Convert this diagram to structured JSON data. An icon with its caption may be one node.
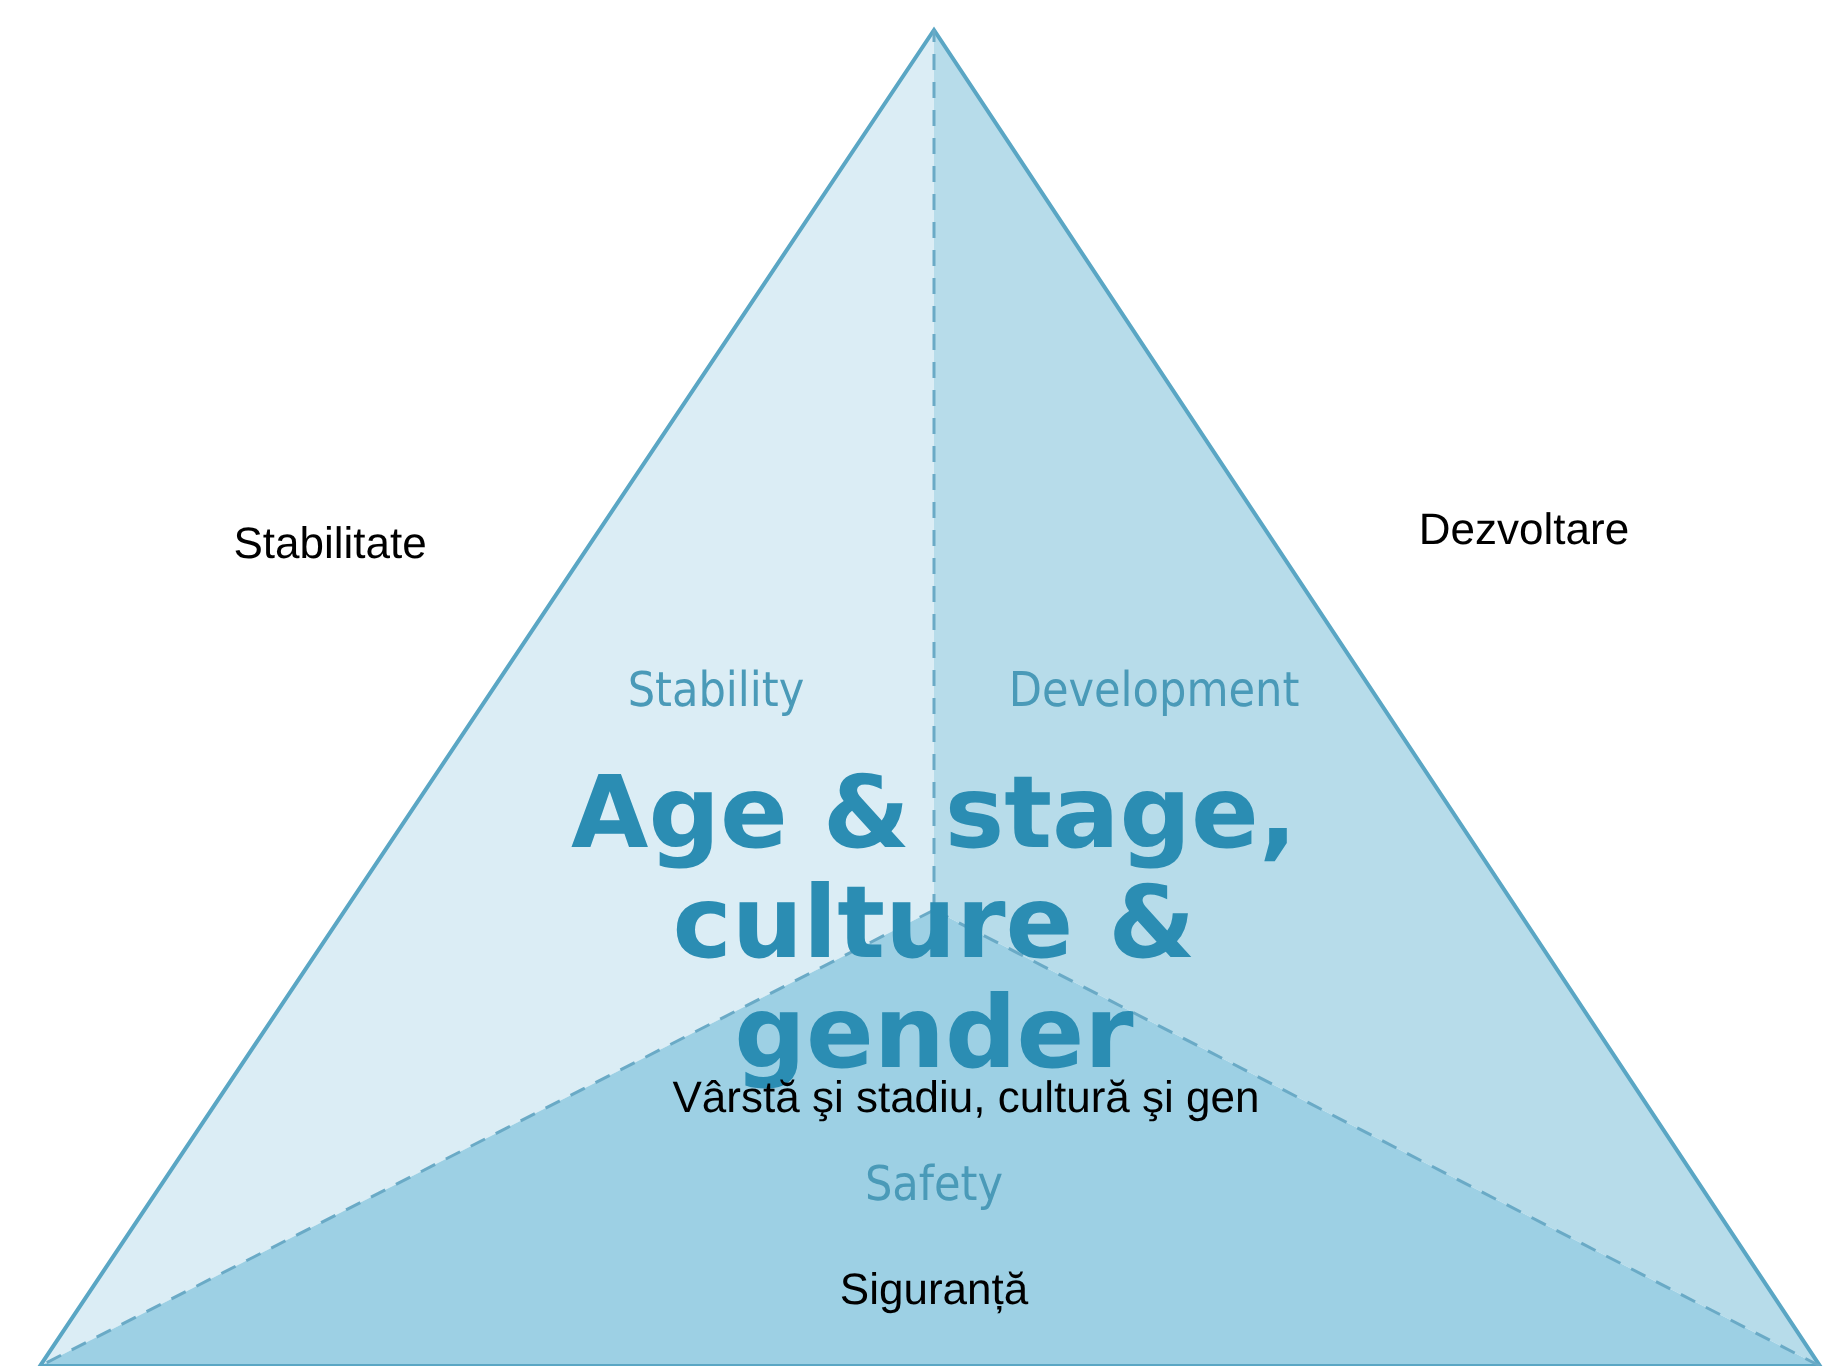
{
  "diagram": {
    "nodes": [
      {
        "text": [
          "Stability"
        ],
        "beside": [
          "Stabilitate"
        ]
      },
      {
        "text": [
          "Development"
        ],
        "beside": [
          "Dezvoltare"
        ]
      },
      {
        "text": [
          "Safety",
          "Siguranță"
        ]
      }
    ],
    "labels": [
      "Age & stage, culture & gender",
      "Vârstă şi stadiu, cultură şi gen"
    ]
  }
}
